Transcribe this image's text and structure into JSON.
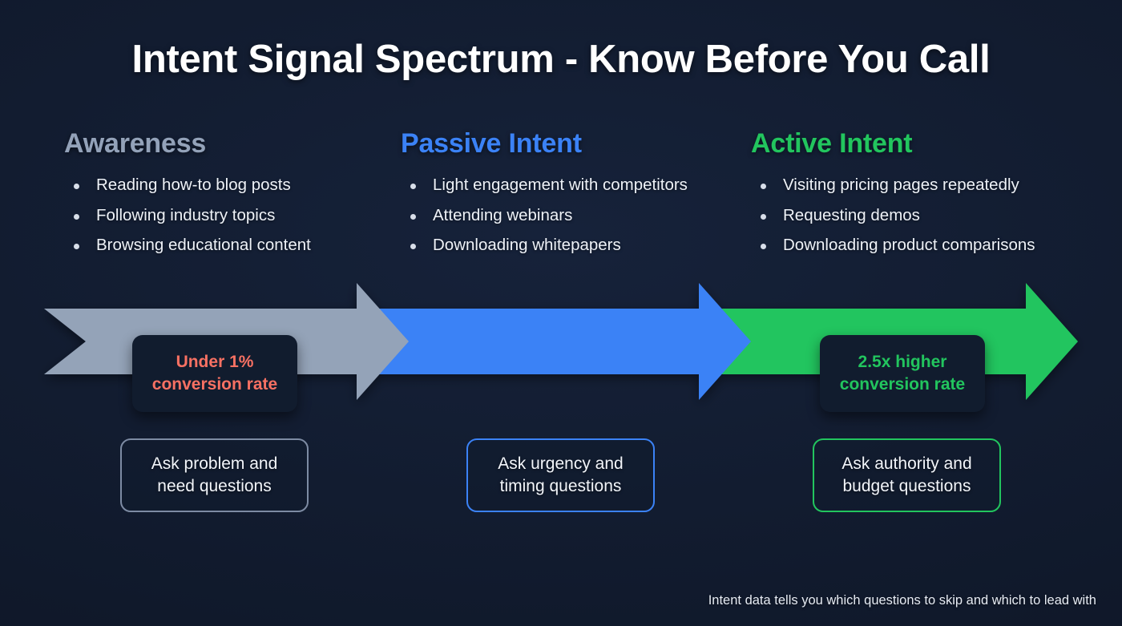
{
  "page": {
    "title": "Intent Signal Spectrum - Know Before You Call",
    "background_color": "#111b2e",
    "footer_note": "Intent data tells you which questions to skip and which to lead with"
  },
  "stages": [
    {
      "heading": "Awareness",
      "color": "#93a2b9",
      "bullets": [
        "Reading how-to blog posts",
        "Following industry topics",
        "Browsing educational content"
      ],
      "arrow_color": "#94a3b8",
      "question_box": "Ask problem and need questions",
      "question_box_line1": "Ask problem and",
      "question_box_line2": "need questions",
      "question_box_border": "#7d8ba3"
    },
    {
      "heading": "Passive Intent",
      "color": "#3b82f6",
      "bullets": [
        "Light engagement with competitors",
        "Attending webinars",
        "Downloading whitepapers"
      ],
      "arrow_color": "#3b82f6",
      "question_box": "Ask urgency and timing questions",
      "question_box_line1": "Ask urgency and",
      "question_box_line2": "timing questions",
      "question_box_border": "#3b82f6"
    },
    {
      "heading": "Active Intent",
      "color": "#22c55e",
      "bullets": [
        "Visiting pricing pages repeatedly",
        "Requesting demos",
        "Downloading product comparisons"
      ],
      "arrow_color": "#22c55e",
      "question_box": "Ask authority and budget questions",
      "question_box_line1": "Ask authority and",
      "question_box_line2": "budget questions",
      "question_box_border": "#22c55e"
    }
  ],
  "stats": [
    {
      "line1": "Under 1%",
      "line2": "conversion rate",
      "color": "#f87163",
      "stage": "Awareness"
    },
    {
      "line1": "2.5x higher",
      "line2": "conversion rate",
      "color": "#22c55e",
      "stage": "Active Intent"
    }
  ]
}
